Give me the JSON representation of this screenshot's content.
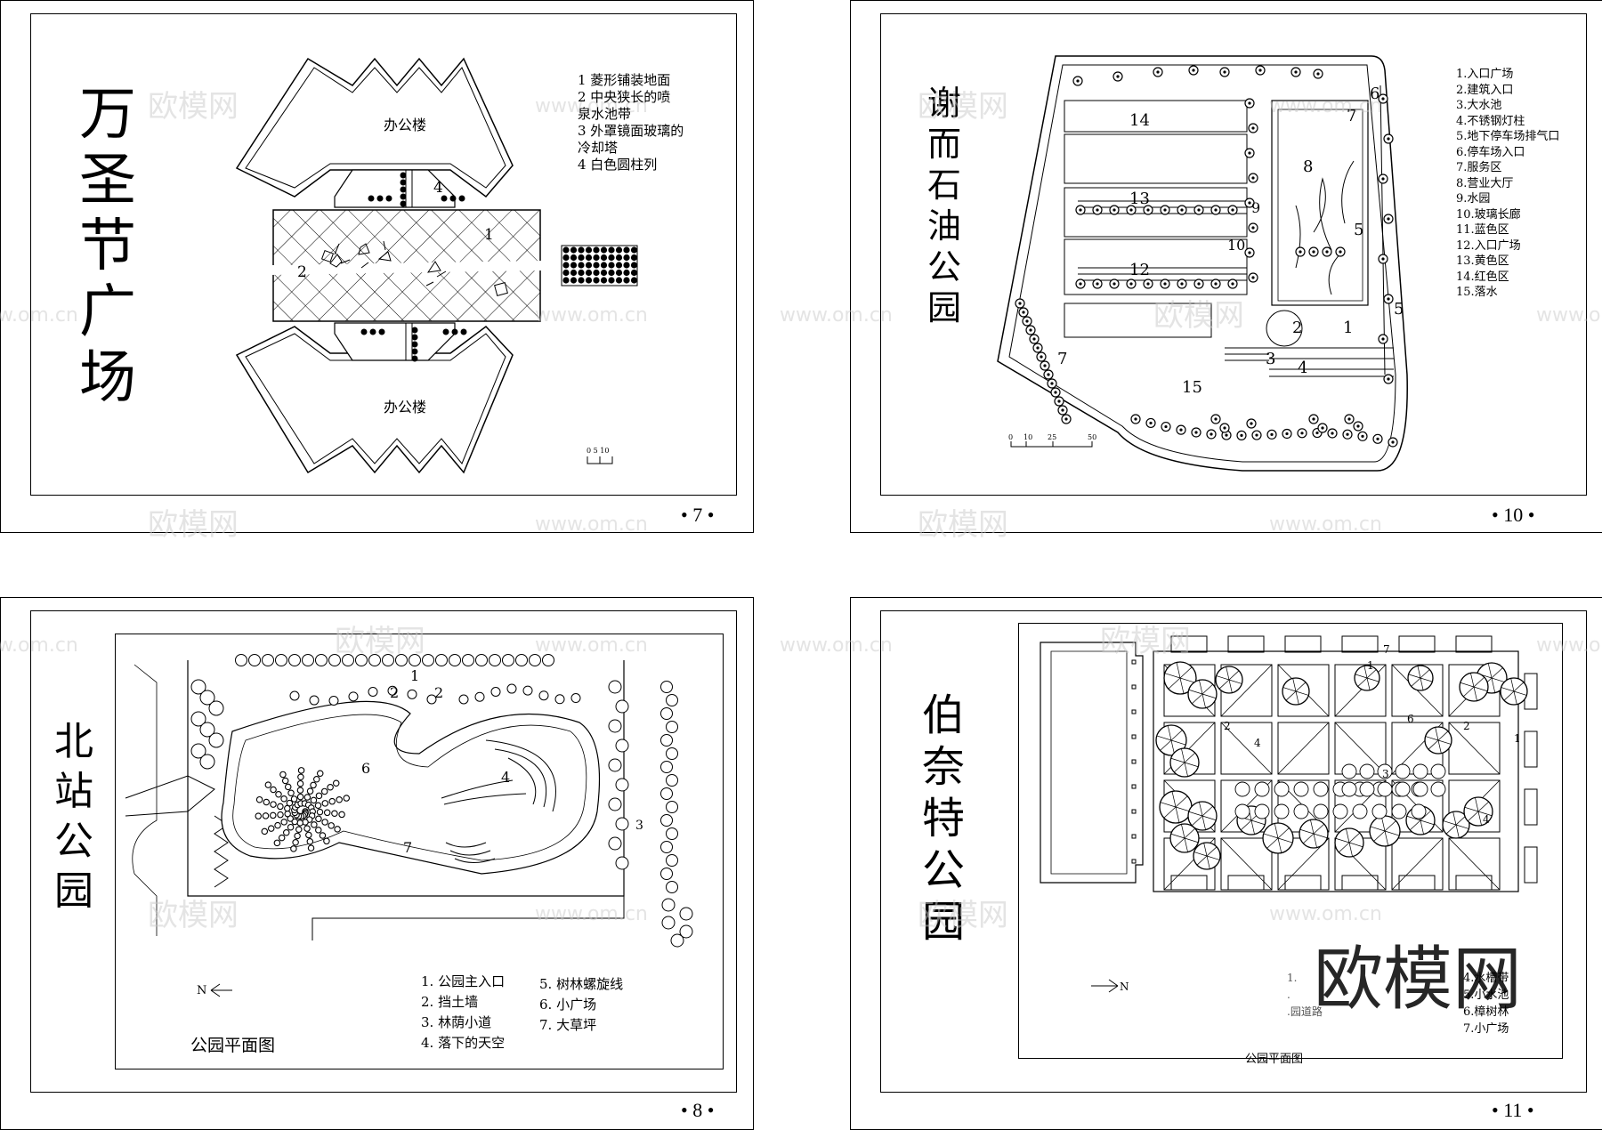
{
  "slides": [
    {
      "id": "slide-7",
      "title_chars": [
        "万",
        "圣",
        "节",
        "广",
        "场"
      ],
      "page": "• 7 •",
      "legend": [
        "1 菱形铺装地面",
        "2 中央狭长的喷",
        "  泉水池带",
        "3  外罩镜面玻璃的",
        "  冷却塔",
        "4 白色圆柱列"
      ],
      "labels": {
        "office_top": "办公楼",
        "office_bottom": "办公楼",
        "n1": "1",
        "n2": "2",
        "n4": "4"
      },
      "scale": "0  5  10"
    },
    {
      "id": "slide-10",
      "title_chars": [
        "谢",
        "而",
        "石",
        "油",
        "公",
        "园"
      ],
      "page": "• 10 •",
      "legend": [
        "1.入口广场",
        "2.建筑入口",
        "3.大水池",
        "4.不锈钢灯柱",
        "5.地下停车场排气口",
        "6.停车场入口",
        "7.服务区",
        "8.营业大厅",
        "9.水园",
        "10.玻璃长廊",
        "11.蓝色区",
        "12.入口广场",
        "13.黄色区",
        "14.红色区",
        "15.落水"
      ],
      "labels": {
        "n14": "14",
        "n13": "13",
        "n12": "12",
        "n15": "15",
        "n7a": "7",
        "n7b": "7",
        "n6": "6",
        "n8": "8",
        "n9": "9",
        "n10": "10",
        "n5a": "5",
        "n5b": "5",
        "n2": "2",
        "n1": "1",
        "n3": "3",
        "n4": "4"
      },
      "scale": [
        "0",
        "10",
        "25",
        "50"
      ]
    },
    {
      "id": "slide-8",
      "title_chars": [
        "北",
        "站",
        "公",
        "园"
      ],
      "page": "• 8 •",
      "legend_left": [
        "1. 公园主入口",
        "2. 挡土墙",
        "3. 林荫小道",
        "4. 落下的天空"
      ],
      "legend_right": [
        "5. 树林螺旋线",
        "6. 小广场",
        "7. 大草坪"
      ],
      "caption": "公园平面图",
      "north": "N",
      "labels": {
        "n1": "1",
        "n2a": "2",
        "n2b": "2",
        "n3": "3",
        "n4": "4",
        "n6": "6",
        "n7": "7"
      }
    },
    {
      "id": "slide-11",
      "title_chars": [
        "伯",
        "奈",
        "特",
        "公",
        "园"
      ],
      "page": "• 11 •",
      "legend_visible": [
        "4.水槽带",
        "5.小水池",
        "6.樟树林",
        "7.小广场"
      ],
      "legend_left_partial": [
        "1.",
        ".",
        ".园道路"
      ],
      "caption": "公园平面图",
      "north": "N",
      "labels": {
        "n1a": "1",
        "n1b": "1",
        "n2a": "2",
        "n2b": "2",
        "n3": "3",
        "n4a": "4",
        "n4b": "4",
        "n6": "6",
        "n7": "7"
      }
    }
  ],
  "watermark": {
    "logo": "欧模网",
    "url": "www.om.cn"
  }
}
